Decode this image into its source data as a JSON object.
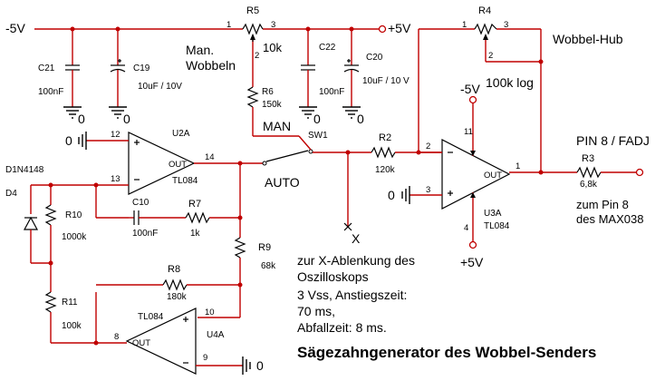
{
  "rails": {
    "neg5": "-5V",
    "pos5": "+5V",
    "opamp_neg": "-5V",
    "opamp_pos": "+5V"
  },
  "r5": {
    "ref": "R5",
    "pin1": "1",
    "pin2": "2",
    "pin3": "3",
    "value": "10k",
    "label_line1": "Man.",
    "label_line2": "Wobbeln"
  },
  "r4": {
    "ref": "R4",
    "pin1": "1",
    "pin2": "2",
    "pin3": "3",
    "value": "100k log",
    "label": "Wobbel-Hub"
  },
  "r6": {
    "ref": "R6",
    "value": "150k"
  },
  "r2": {
    "ref": "R2",
    "value": "120k"
  },
  "r3": {
    "ref": "R3",
    "value": "6,8k"
  },
  "r7": {
    "ref": "R7",
    "value": "1k"
  },
  "r8": {
    "ref": "R8",
    "value": "180k"
  },
  "r9": {
    "ref": "R9",
    "value": "68k"
  },
  "r10": {
    "ref": "R10",
    "value": "1000k"
  },
  "r11": {
    "ref": "R11",
    "value": "100k"
  },
  "c21": {
    "ref": "C21",
    "value": "100nF"
  },
  "c19": {
    "ref": "C19",
    "value": "10uF / 10V"
  },
  "c22": {
    "ref": "C22",
    "value": "100nF"
  },
  "c20": {
    "ref": "C20",
    "value": "10uF / 10 V"
  },
  "c10": {
    "ref": "C10",
    "value": "100nF"
  },
  "d4": {
    "part": "D1N4148",
    "ref": "D4"
  },
  "u2a": {
    "ref": "U2A",
    "part": "TL084",
    "out": "OUT",
    "pin_plus": "12",
    "pin_minus": "13",
    "pin_out": "14"
  },
  "u3a": {
    "ref": "U3A",
    "part": "TL084",
    "out": "OUT",
    "pin_minus": "2",
    "pin_plus": "3",
    "pin_out": "1",
    "pin_vneg": "11",
    "pin_vpos": "4"
  },
  "u4a": {
    "ref": "U4A",
    "part": "TL084",
    "out": "OUT",
    "pin_plus": "10",
    "pin_minus": "9",
    "pin_out": "8"
  },
  "sw1": {
    "ref": "SW1",
    "man": "MAN",
    "auto": "AUTO"
  },
  "gnd_label": "0",
  "output": {
    "label": "PIN 8 / FADJ",
    "note_line1": "zum Pin 8",
    "note_line2": "des MAX038"
  },
  "x_out": {
    "label": "X"
  },
  "note": {
    "line1": "zur X-Ablenkung des",
    "line2": "Oszilloskops",
    "line3": "3 Vss, Anstiegszeit:",
    "line4": "70 ms,",
    "line5": "Abfallzeit: 8 ms."
  },
  "title": "Sägezahngenerator des Wobbel-Senders"
}
